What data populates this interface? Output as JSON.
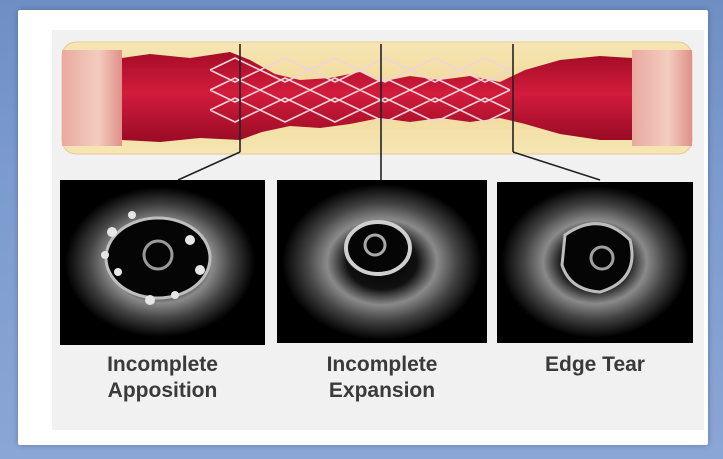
{
  "panels": [
    {
      "id": "apposition",
      "label_lines": [
        "Incomplete",
        "Apposition"
      ]
    },
    {
      "id": "expansion",
      "label_lines": [
        "Incomplete",
        "Expansion"
      ]
    },
    {
      "id": "edge-tear",
      "label_lines": [
        "Edge Tear"
      ]
    }
  ],
  "colors": {
    "vessel_wall": "#f2dca0",
    "lumen": "#c41232",
    "lumen_dark": "#8e0a22",
    "stent": "#e8c8d0",
    "ivus_bg": "#000000"
  }
}
